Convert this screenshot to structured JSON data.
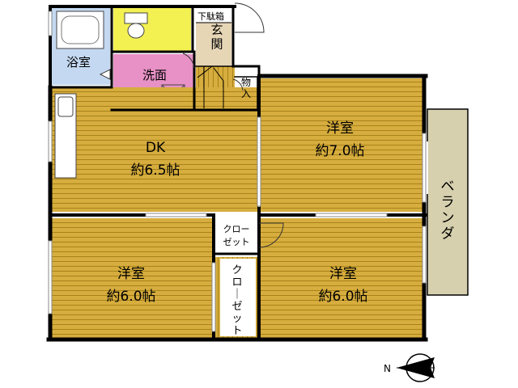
{
  "rooms": {
    "bath": "浴室",
    "washroom": "洗面",
    "shoe_cabinet": "下駄箱",
    "entrance": "玄関",
    "storage": "物入",
    "dk_name": "DK",
    "dk_size": "約6.5帖",
    "western_ne_name": "洋室",
    "western_ne_size": "約7.0帖",
    "western_sw_name": "洋室",
    "western_sw_size": "約6.0帖",
    "western_se_name": "洋室",
    "western_se_size": "約6.0帖",
    "closet_small_1": "クロー",
    "closet_small_2": "ゼット",
    "closet_tall": "クローゼット",
    "veranda": "ベランダ"
  },
  "compass": {
    "label": "N"
  },
  "colors": {
    "wall": "#000000",
    "floor_wood": "#d2a93c",
    "floor_line": "#b08a1c",
    "bath": "#c2d8f0",
    "toilet": "#f2f24e",
    "washroom": "#e58fc4",
    "entrance": "#e3d3b4",
    "veranda": "#d8d1b0"
  }
}
